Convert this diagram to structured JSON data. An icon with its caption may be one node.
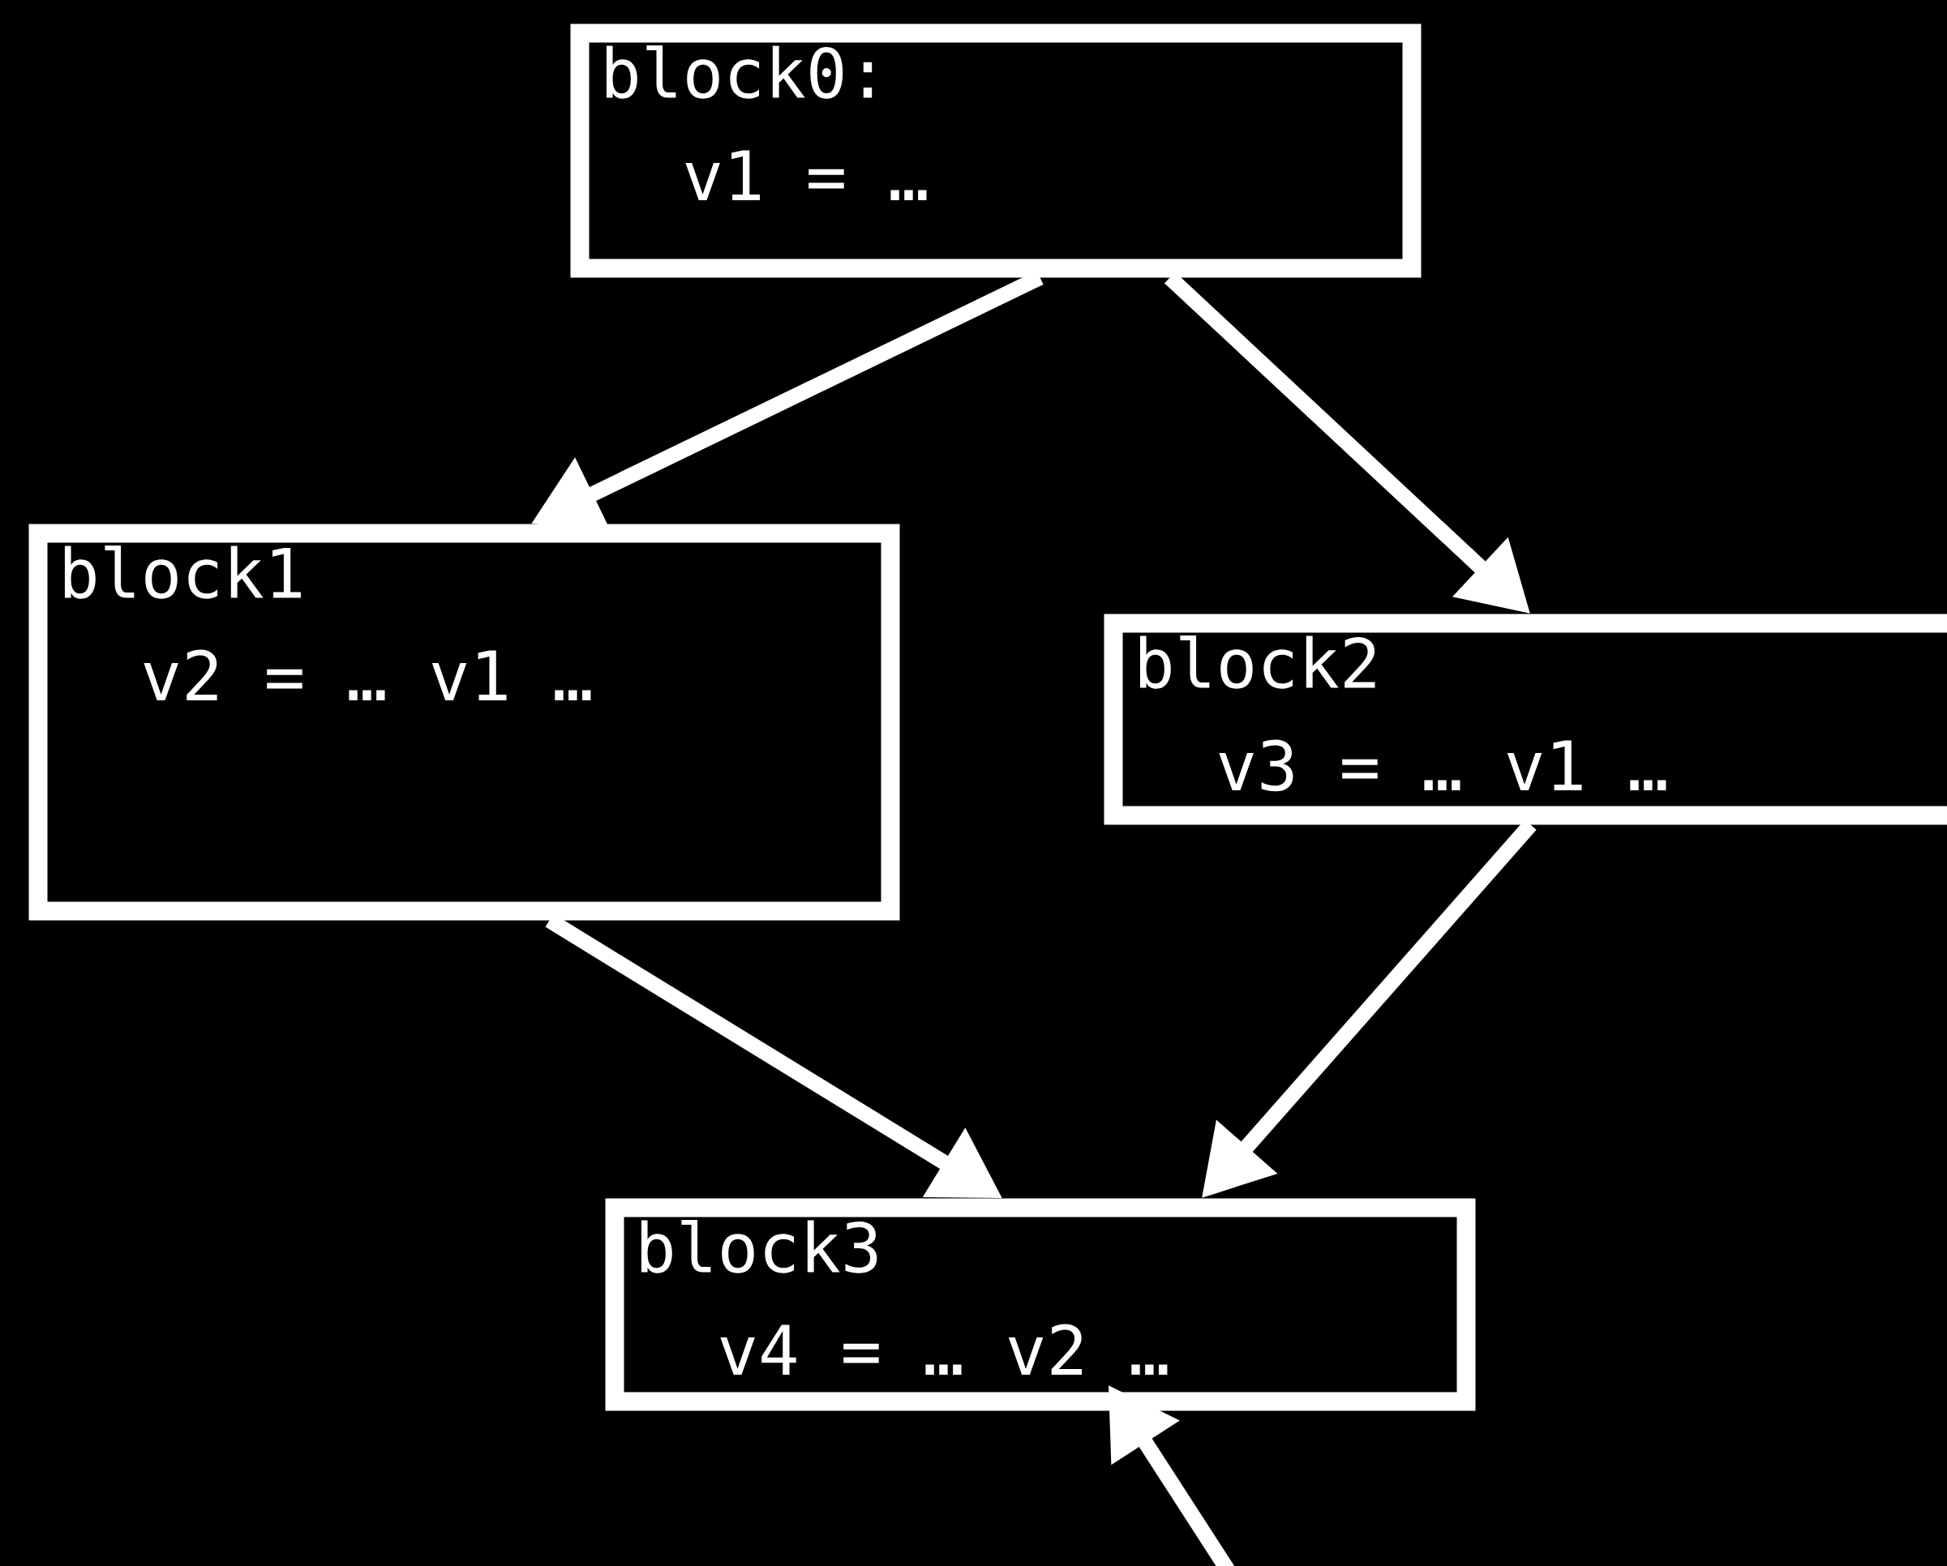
{
  "diagram": {
    "nodes": [
      {
        "text": [
          "block0:",
          "v1 = …"
        ]
      },
      {
        "text": [
          "block1",
          "v2 = … v1 …"
        ]
      },
      {
        "text": [
          "block2",
          "v3 = … v1 …"
        ]
      },
      {
        "text": [
          "block3",
          "v4 = … v2 …"
        ]
      }
    ],
    "edges": [
      {
        "from": 0,
        "to": 1,
        "arrow": "to"
      },
      {
        "from": 0,
        "to": 2,
        "arrow": "to"
      },
      {
        "from": 1,
        "to": 3,
        "arrow": "to"
      },
      {
        "from": 2,
        "to": 3,
        "arrow": "to"
      },
      {
        "from": null,
        "to": 3,
        "arrow": "to"
      }
    ]
  }
}
